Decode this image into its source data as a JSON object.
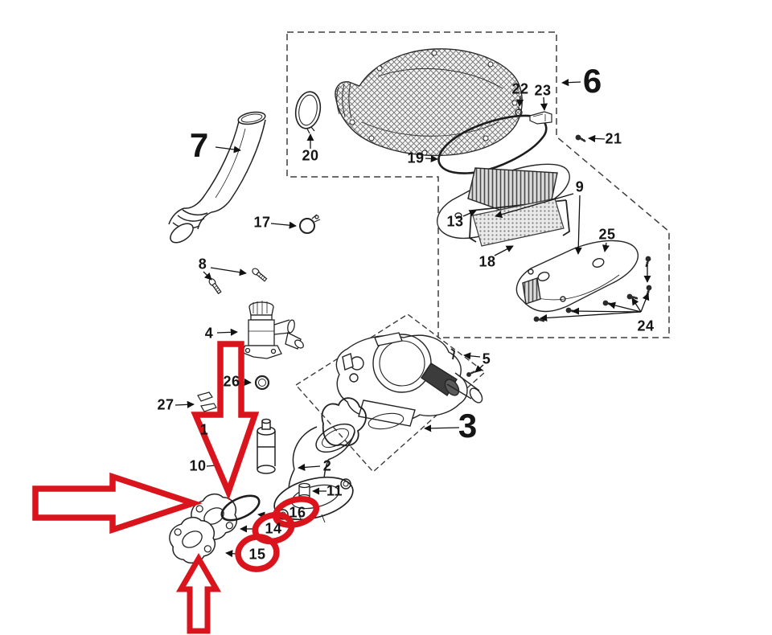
{
  "diagram": {
    "type": "exploded-parts-diagram",
    "subject": "scooter air-intake / throttle-body assembly",
    "labels": {
      "p1": "1",
      "p2": "2",
      "p3": "3",
      "p4": "4",
      "p5": "5",
      "p6": "6",
      "p7": "7",
      "p8": "8",
      "p9": "9",
      "p10": "10",
      "p11": "11",
      "p13": "13",
      "p14": "14",
      "p15": "15",
      "p16": "16",
      "p17": "17",
      "p18": "18",
      "p19": "19",
      "p20": "20",
      "p21": "21",
      "p22": "22",
      "p23": "23",
      "p24": "24",
      "p25": "25",
      "p26": "26",
      "p27": "27"
    },
    "highlight": {
      "color": "#d9141c",
      "circled_labels": [
        "14",
        "15",
        "16"
      ],
      "arrows": [
        "large-right-arrow-left-side",
        "large-down-arrow-center",
        "large-up-arrow-bottom"
      ]
    },
    "line_color": "#1a1a1a"
  }
}
